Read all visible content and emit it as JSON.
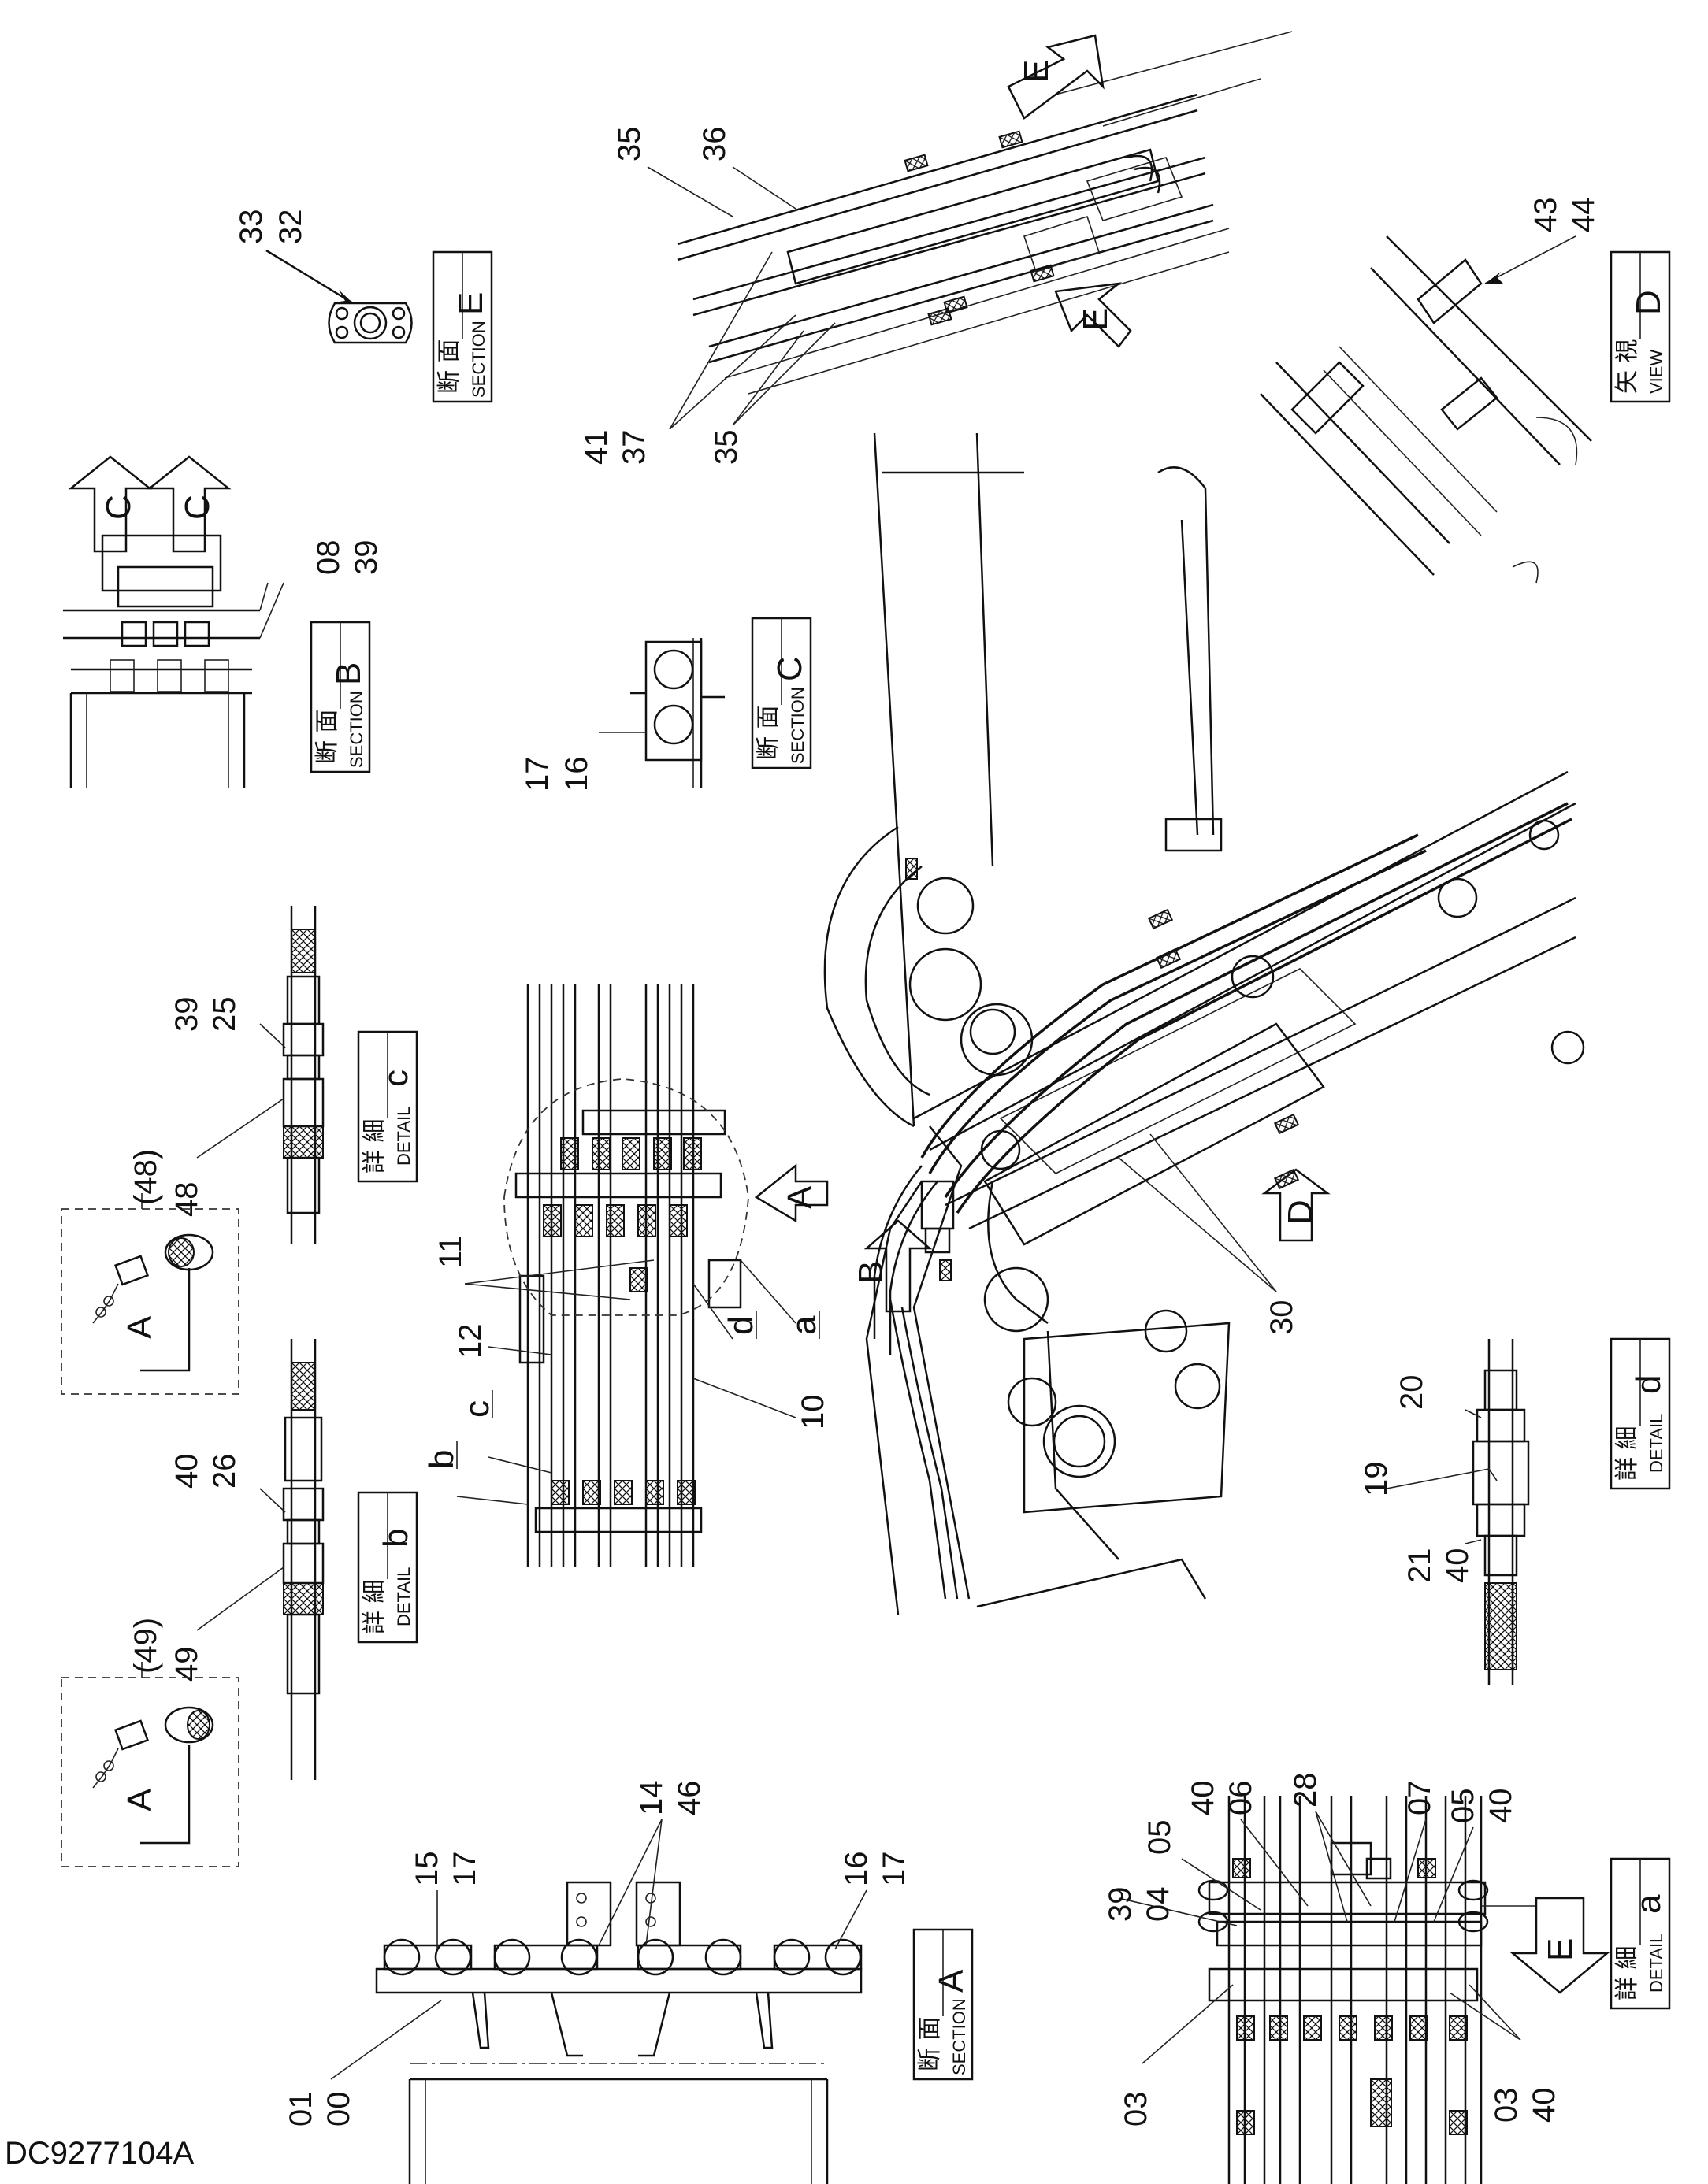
{
  "drawing_id": "DC9277104A",
  "part_numbers": {
    "p3332": [
      "33",
      "32"
    ],
    "p36": "36",
    "p35a": "35",
    "p35b": "35",
    "p4137": [
      "41",
      "37"
    ],
    "p4344": [
      "43",
      "44"
    ],
    "p0839": [
      "08",
      "39"
    ],
    "p1716": [
      "17",
      "16"
    ],
    "p3925": [
      "39",
      "25"
    ],
    "p48": "48",
    "p48ref": "(48)",
    "p4026": [
      "40",
      "26"
    ],
    "p49": "49",
    "p49ref": "(49)",
    "p11": "11",
    "p12": "12",
    "p10": "10",
    "p30": "30",
    "p20": "20",
    "p19": "19",
    "p2140": [
      "21",
      "40"
    ],
    "p1517": [
      "15",
      "17"
    ],
    "p1446": [
      "14",
      "46"
    ],
    "p1617": [
      "16",
      "17"
    ],
    "p0100": [
      "01",
      "00"
    ],
    "p3904": [
      "39",
      "04"
    ],
    "p05a": "05",
    "p4006": [
      "40",
      "06"
    ],
    "p28": "28",
    "p07": "07",
    "p0540": [
      "05",
      "40"
    ],
    "p03": "03",
    "p0340": [
      "03",
      "40"
    ]
  },
  "letters": {
    "a": "a",
    "b": "b",
    "c": "c",
    "d": "d",
    "A": "A",
    "B": "B",
    "C": "C",
    "D": "D",
    "E": "E"
  },
  "boxes": {
    "section_jp": "断 面",
    "section_en": "SECTION",
    "detail_jp": "詳 細",
    "detail_en": "DETAIL",
    "view_jp": "矢 視",
    "view_en": "VIEW"
  }
}
